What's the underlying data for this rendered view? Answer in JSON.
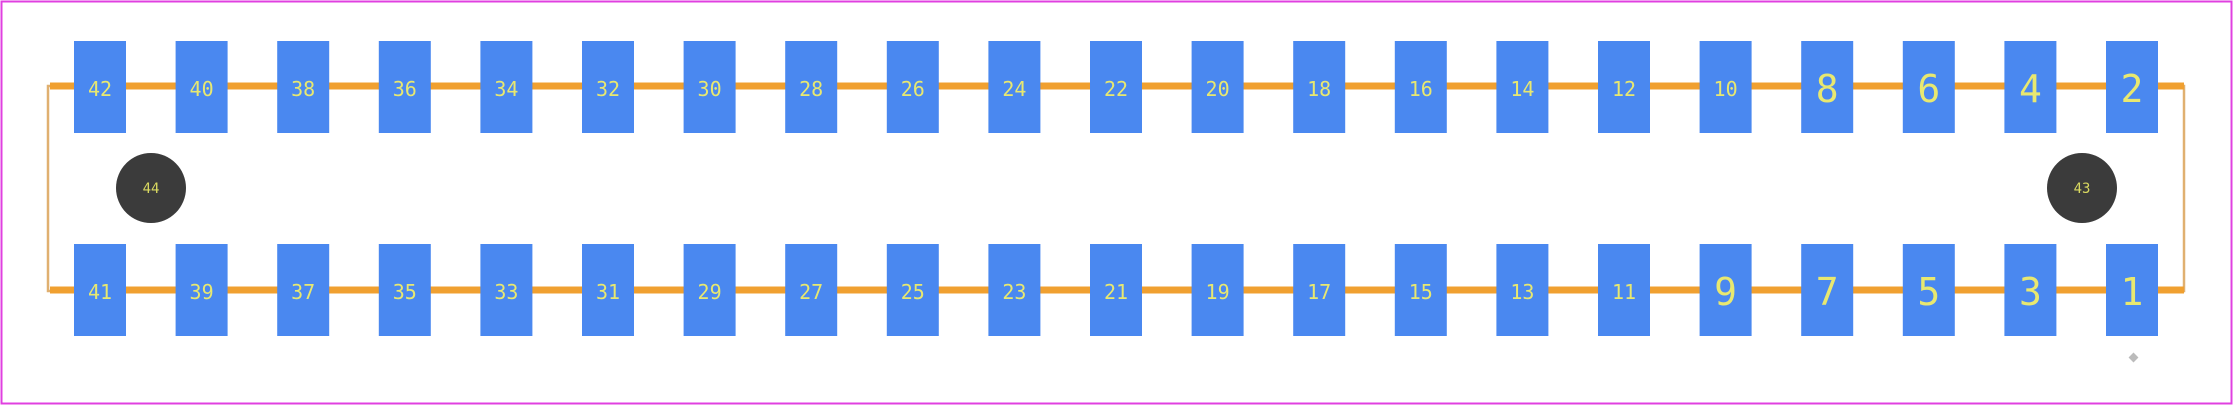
{
  "footprint": {
    "top_row": [
      "42",
      "40",
      "38",
      "36",
      "34",
      "32",
      "30",
      "28",
      "26",
      "24",
      "22",
      "20",
      "18",
      "16",
      "14",
      "12",
      "10",
      "8",
      "6",
      "4",
      "2"
    ],
    "bottom_row": [
      "41",
      "39",
      "37",
      "35",
      "33",
      "31",
      "29",
      "27",
      "25",
      "23",
      "21",
      "19",
      "17",
      "15",
      "13",
      "11",
      "9",
      "7",
      "5",
      "3",
      "1"
    ],
    "mounting_holes": [
      {
        "label": "44",
        "side": "left"
      },
      {
        "label": "43",
        "side": "right"
      }
    ]
  },
  "colors": {
    "pad": "#4a88f0",
    "silkscreen": "#f0a030",
    "courtyard": "#e0b070",
    "hole": "#3b3b3b",
    "border": "#e040e0",
    "pad_text": "#e8e870",
    "origin_marker": "#bbbbbb"
  }
}
